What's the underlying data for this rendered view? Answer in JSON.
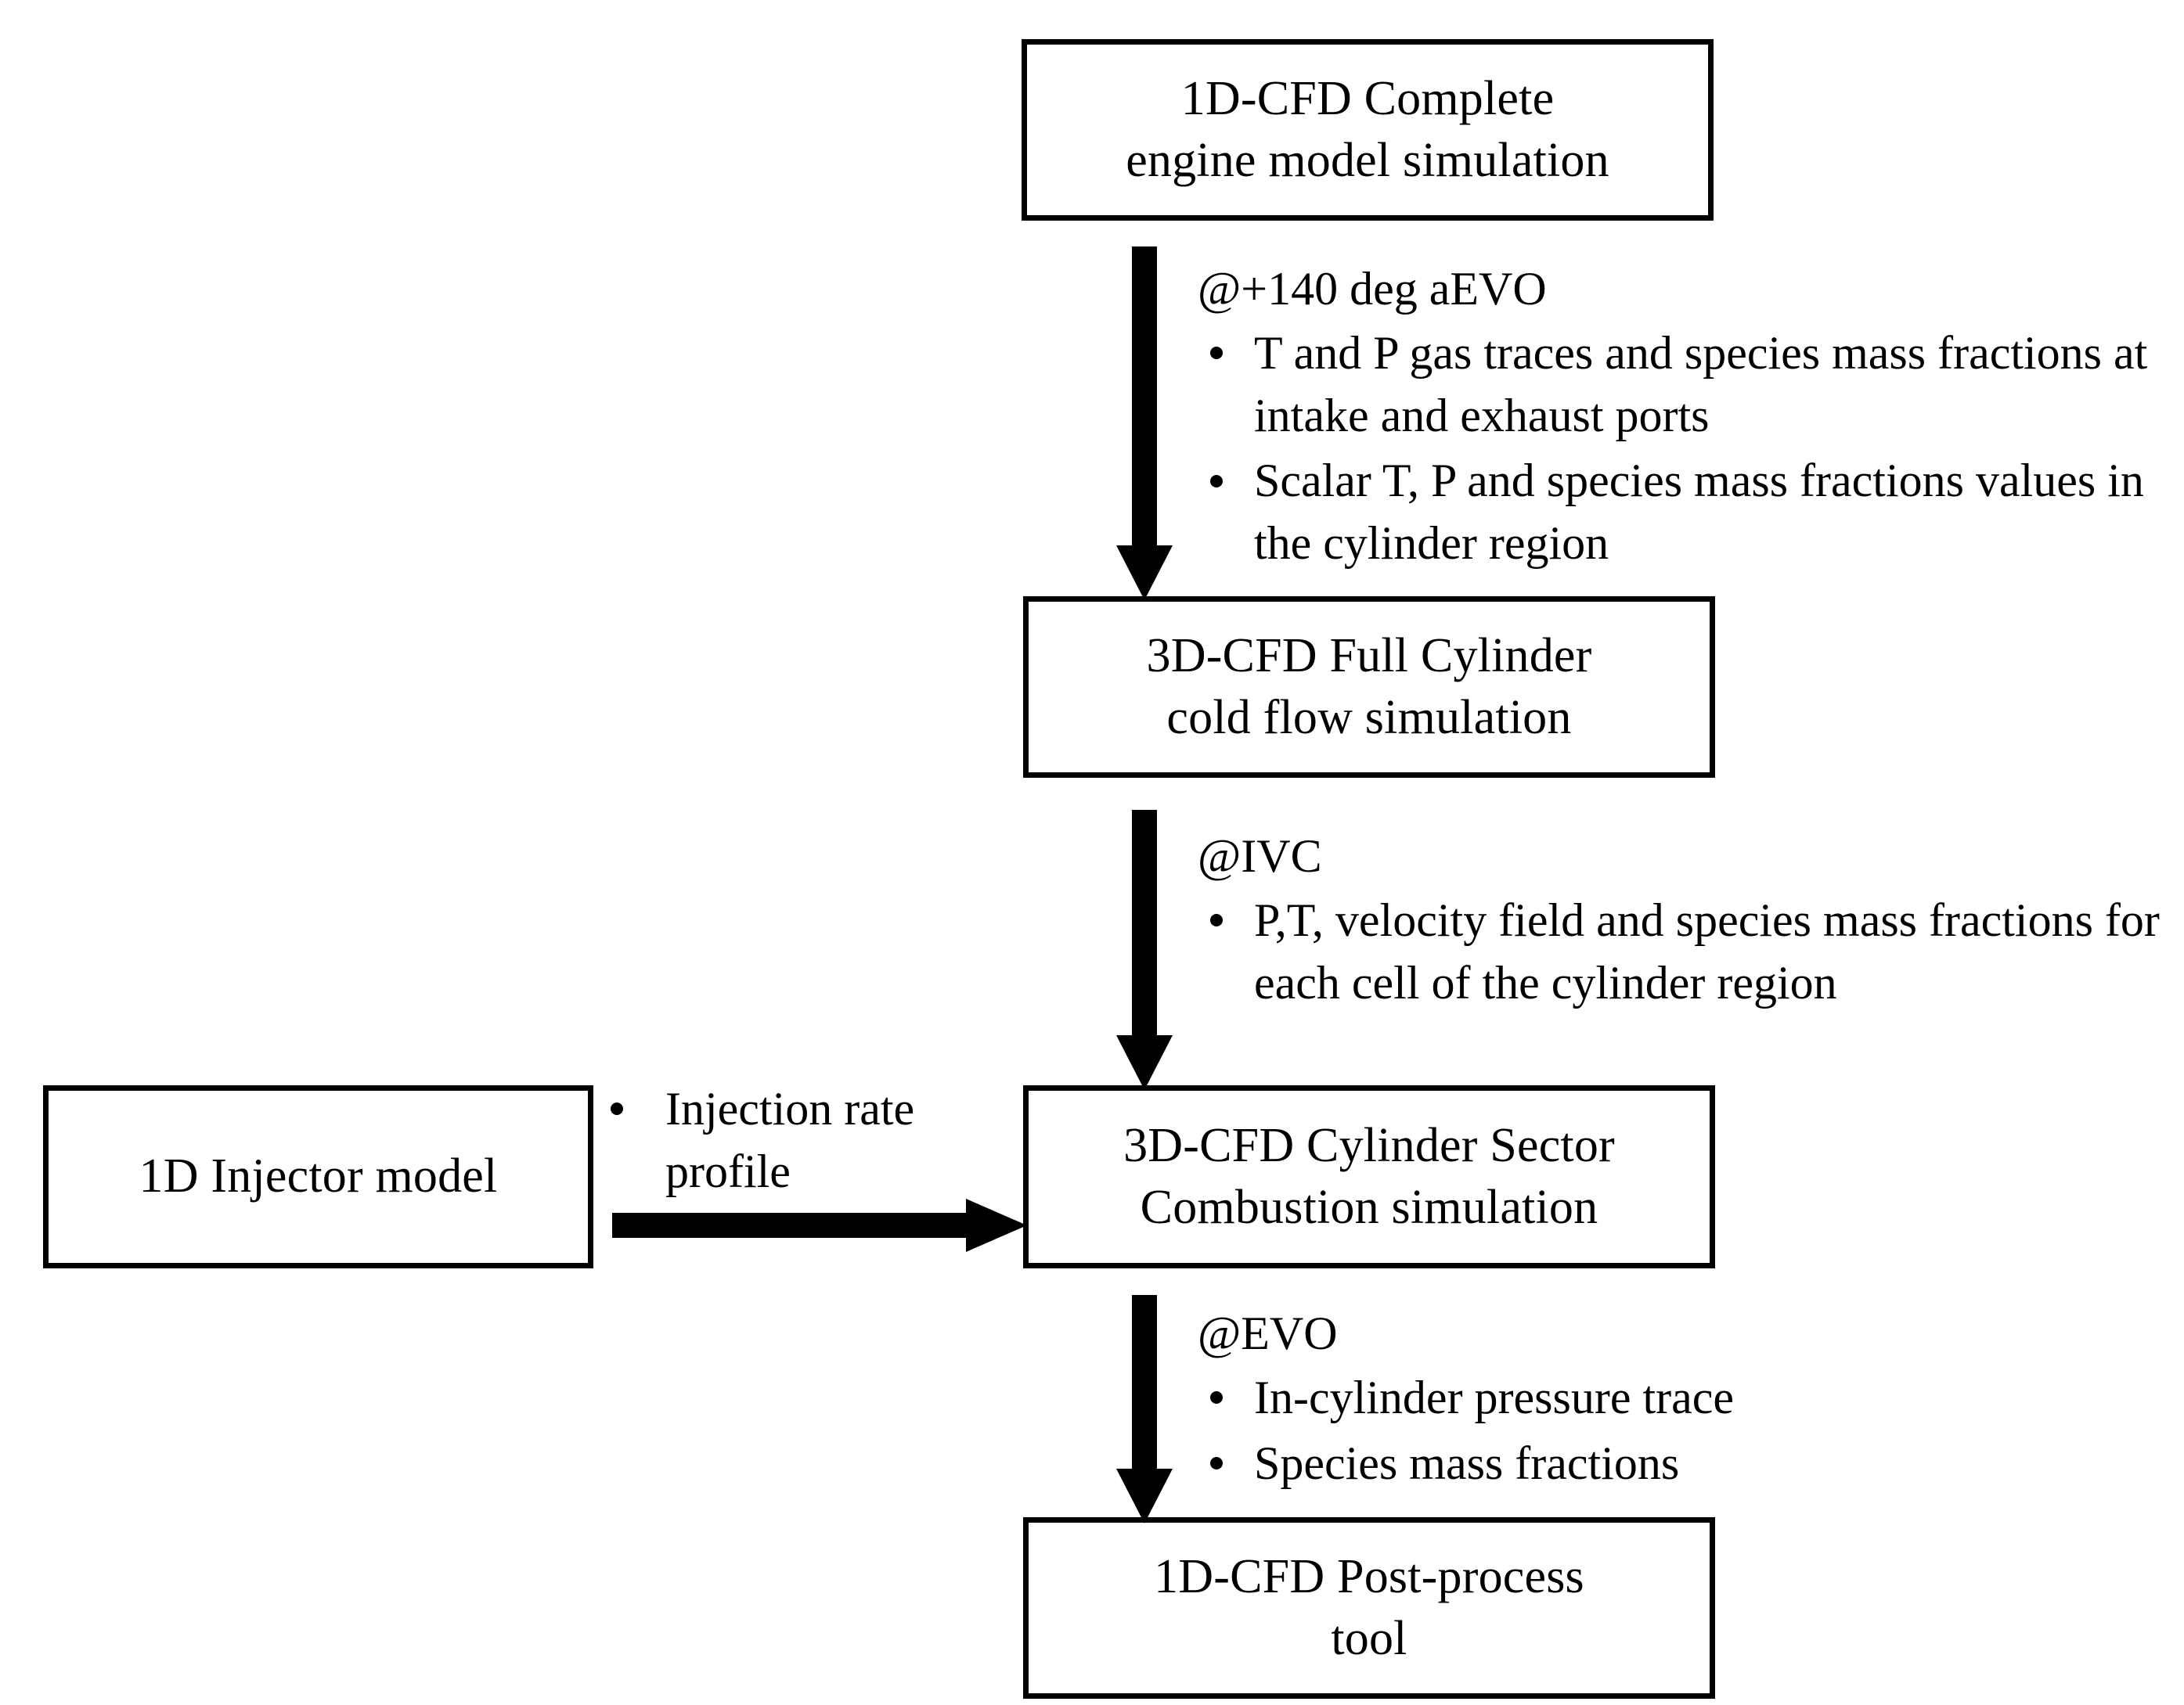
{
  "diagram": {
    "title": "Simulation workflow flowchart",
    "colors": {
      "stroke": "#000000",
      "background": "#ffffff",
      "text": "#000000"
    },
    "nodes": {
      "complete_engine": "1D-CFD Complete\nengine model simulation",
      "full_cylinder": "3D-CFD Full Cylinder\ncold flow simulation",
      "cylinder_sector": "3D-CFD Cylinder Sector\nCombustion simulation",
      "injector": "1D Injector model",
      "post_process": "1D-CFD Post-process\ntool"
    },
    "annotations": {
      "aevo": {
        "heading": "@+140 deg aEVO",
        "items": [
          "T and P gas traces and species mass fractions at intake and exhaust ports",
          "Scalar T, P and species mass fractions values in the cylinder region"
        ]
      },
      "ivc": {
        "heading": "@IVC",
        "items": [
          "P,T, velocity field and species mass fractions for each cell of the cylinder region"
        ]
      },
      "evo": {
        "heading": "@EVO",
        "items": [
          "In-cylinder pressure trace",
          "Species mass fractions"
        ]
      },
      "injection": {
        "text": "Injection rate\nprofile"
      }
    },
    "edges": [
      {
        "name": "engine-to-cylinder",
        "from": "complete_engine",
        "to": "full_cylinder",
        "direction": "down"
      },
      {
        "name": "cylinder-to-sector",
        "from": "full_cylinder",
        "to": "cylinder_sector",
        "direction": "down"
      },
      {
        "name": "injector-to-sector",
        "from": "injector",
        "to": "cylinder_sector",
        "direction": "right"
      },
      {
        "name": "sector-to-post",
        "from": "cylinder_sector",
        "to": "post_process",
        "direction": "down"
      }
    ]
  }
}
